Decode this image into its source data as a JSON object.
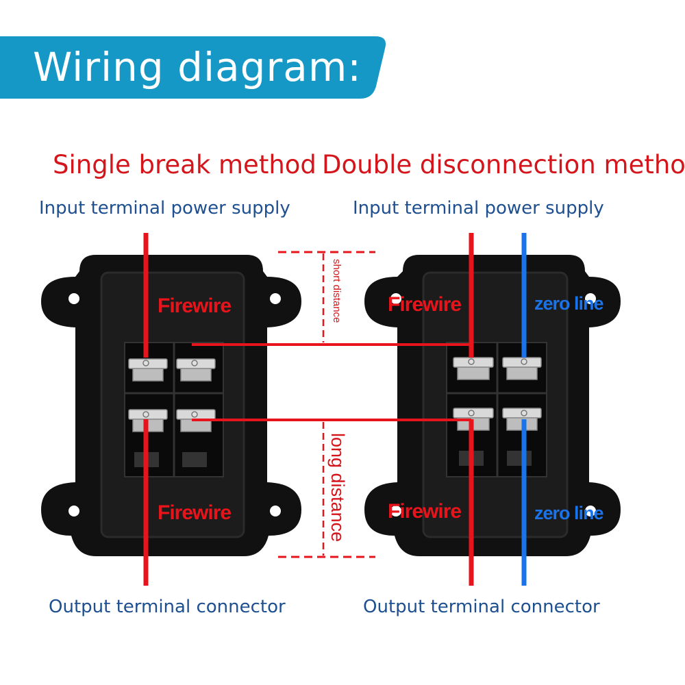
{
  "header": {
    "title": "Wiring diagram:"
  },
  "left": {
    "method": "Single break method",
    "input_label": "Input terminal power supply",
    "output_label": "Output terminal connector",
    "top_wire_label": "Firewire",
    "bottom_wire_label": "Firewire"
  },
  "right": {
    "method": "Double disconnection method",
    "input_label": "Input terminal power supply",
    "output_label": "Output terminal connector",
    "top_fire_label": "Firewire",
    "top_zero_label": "zero line",
    "bottom_fire_label": "Firewire",
    "bottom_zero_label": "zero line"
  },
  "annotations": {
    "short": "short distance",
    "long": "long distance"
  },
  "colors": {
    "banner": "#1598c6",
    "fire": "#e8141b",
    "zero": "#1a73e8",
    "label_blue": "#1d4f91",
    "switch_body": "#121212"
  }
}
